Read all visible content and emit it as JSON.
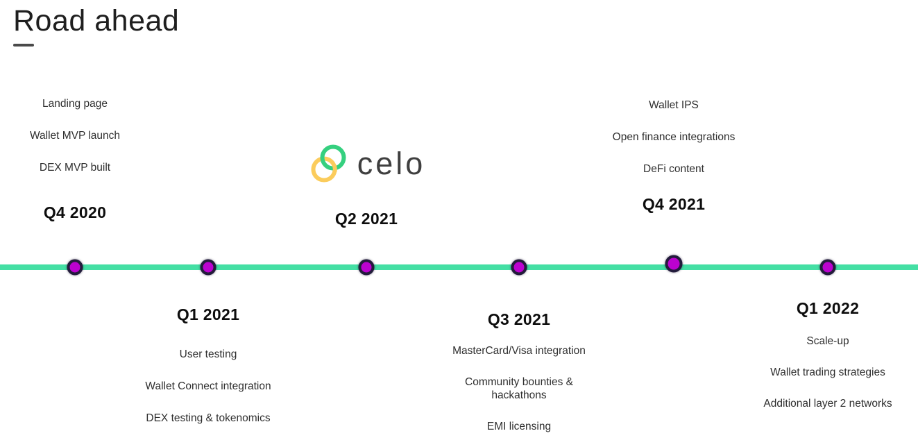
{
  "title": "Road ahead",
  "logo": {
    "wordmark": "celo"
  },
  "colors": {
    "title": "#1f1f1f",
    "title_dash": "#4a4a4a",
    "line": "#44dfa4",
    "dot_fill": "#bc02d0",
    "dot_ring": "#231c3c",
    "logo_green": "#35d07f",
    "logo_yellow": "#fbcc5c",
    "logo_text": "#3f3f3f",
    "quarter_label": "#0d0d0d",
    "item_text": "#2e2e2e"
  },
  "milestones": [
    {
      "label": "Q4 2020",
      "side": "above",
      "items": [
        "Landing page",
        "Wallet MVP launch",
        "DEX MVP built"
      ]
    },
    {
      "label": "Q1 2021",
      "side": "below",
      "items": [
        "User testing",
        "Wallet Connect integration",
        "DEX testing & tokenomics"
      ]
    },
    {
      "label": "Q2 2021",
      "side": "above",
      "logo": "celo",
      "items": []
    },
    {
      "label": "Q3 2021",
      "side": "below",
      "items": [
        "MasterCard/Visa integration",
        "Community bounties & hackathons",
        "EMI licensing"
      ]
    },
    {
      "label": "Q4 2021",
      "side": "above",
      "items": [
        "Wallet IPS",
        "Open finance integrations",
        "DeFi content"
      ]
    },
    {
      "label": "Q1 2022",
      "side": "below",
      "items": [
        "Scale-up",
        "Wallet trading strategies",
        "Additional layer 2 networks"
      ]
    }
  ]
}
